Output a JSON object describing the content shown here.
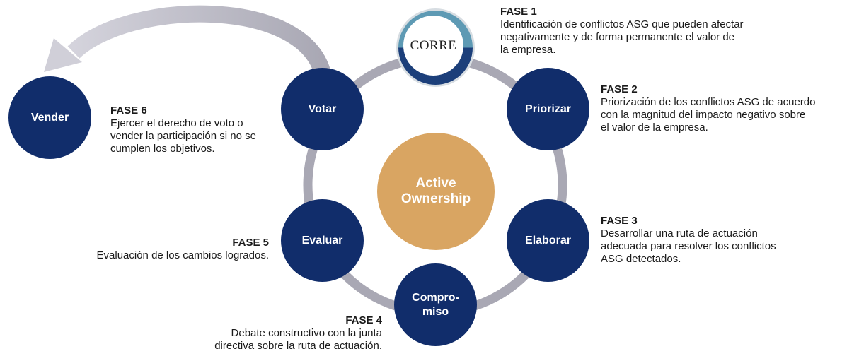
{
  "colors": {
    "node": "#112d6b",
    "center": "#d9a562",
    "ring": "#a9a8b4",
    "logo_top": "#5e9ab4",
    "logo_bottom": "#1c3f7a",
    "text": "#1a1a1a"
  },
  "logo": {
    "text": "CORRE"
  },
  "center": {
    "line1": "Active",
    "line2": "Ownership"
  },
  "nodes": {
    "votar": "Votar",
    "priorizar": "Priorizar",
    "elaborar": "Elaborar",
    "compromiso_line1": "Compro-",
    "compromiso_line2": "miso",
    "evaluar": "Evaluar",
    "vender": "Vender"
  },
  "phases": [
    {
      "label": "FASE 1",
      "lines": [
        "Identificación de conflictos ASG que pueden afectar",
        "negativamente y de forma permanente el valor de",
        "la empresa."
      ]
    },
    {
      "label": "FASE 2",
      "lines": [
        "Priorización de los conflictos ASG de acuerdo",
        "con la magnitud del impacto negativo sobre",
        "el valor de la empresa."
      ]
    },
    {
      "label": "FASE 3",
      "lines": [
        "Desarrollar una ruta de actuación",
        "adecuada para resolver los conflictos",
        "ASG detectados."
      ]
    },
    {
      "label": "FASE 4",
      "lines": [
        "Debate constructivo con la junta",
        "directiva sobre la ruta de actuación."
      ]
    },
    {
      "label": "FASE 5",
      "lines": [
        "Evaluación de los cambios logrados."
      ]
    },
    {
      "label": "FASE 6",
      "lines": [
        "Ejercer el derecho de voto o",
        "vender la participación si no se",
        "cumplen los objetivos."
      ]
    }
  ]
}
